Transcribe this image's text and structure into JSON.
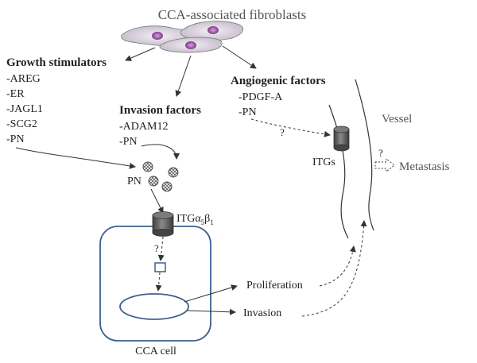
{
  "title": "CCA-associated fibroblasts",
  "growth": {
    "heading": "Growth stimulators",
    "items": [
      "-AREG",
      "-ER",
      "-JAGL1",
      "-SCG2",
      "-PN"
    ]
  },
  "invasion": {
    "heading": "Invasion factors",
    "items": [
      "-ADAM12",
      "-PN"
    ]
  },
  "angio": {
    "heading": "Angiogenic factors",
    "items": [
      "-PDGF-A",
      "-PN"
    ]
  },
  "pn_label": "PN",
  "itg_receptor": {
    "base": "ITG",
    "sub1": "5",
    "mid": "β",
    "sub2": "1",
    "alpha": "α"
  },
  "itgs_label": "ITGs",
  "vessel_label": "Vessel",
  "metastasis_label": "Metastasis",
  "proliferation_label": "Proliferation",
  "invasion_label": "Invasion",
  "cell_label": "CCA cell",
  "q1": "?",
  "q2": "?",
  "q3": "?"
}
